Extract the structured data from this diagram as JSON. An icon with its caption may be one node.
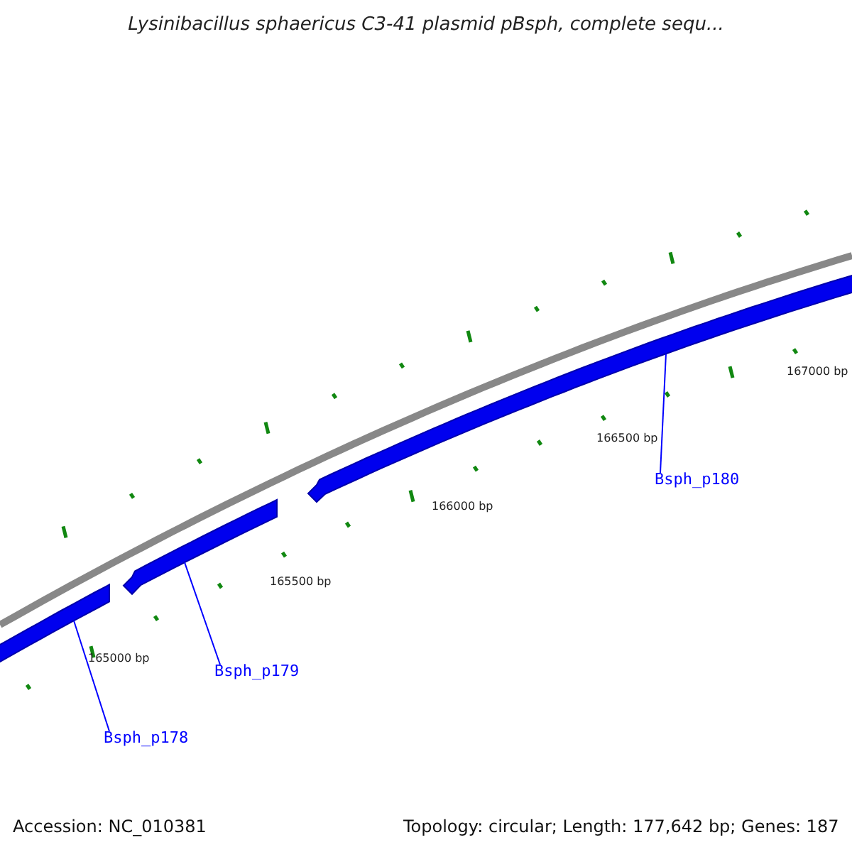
{
  "diagram": {
    "title": "Lysinibacillus sphaericus C3-41 plasmid pBsph, complete sequ...",
    "nodes": [
      {
        "text": [
          "Bsph_p178"
        ]
      },
      {
        "text": [
          "Bsph_p179"
        ]
      },
      {
        "text": [
          "Bsph_p180"
        ]
      },
      {
        "text": [],
        "shape": "bar"
      },
      {
        "text": [],
        "shape": "bar"
      },
      {
        "text": [],
        "shape": "bar"
      }
    ],
    "edges": [
      {
        "from": 0,
        "to": 3,
        "arrow": "none"
      },
      {
        "from": 1,
        "to": 4,
        "arrow": "none"
      },
      {
        "from": 2,
        "to": 5,
        "arrow": "none"
      }
    ],
    "labels": [
      "167000 bp",
      "166500 bp",
      "166000 bp",
      "165500 bp",
      "165000 bp",
      "Accession: NC_010381",
      "Topology: circular; Length: 177,642 bp; Genes: 187"
    ]
  }
}
